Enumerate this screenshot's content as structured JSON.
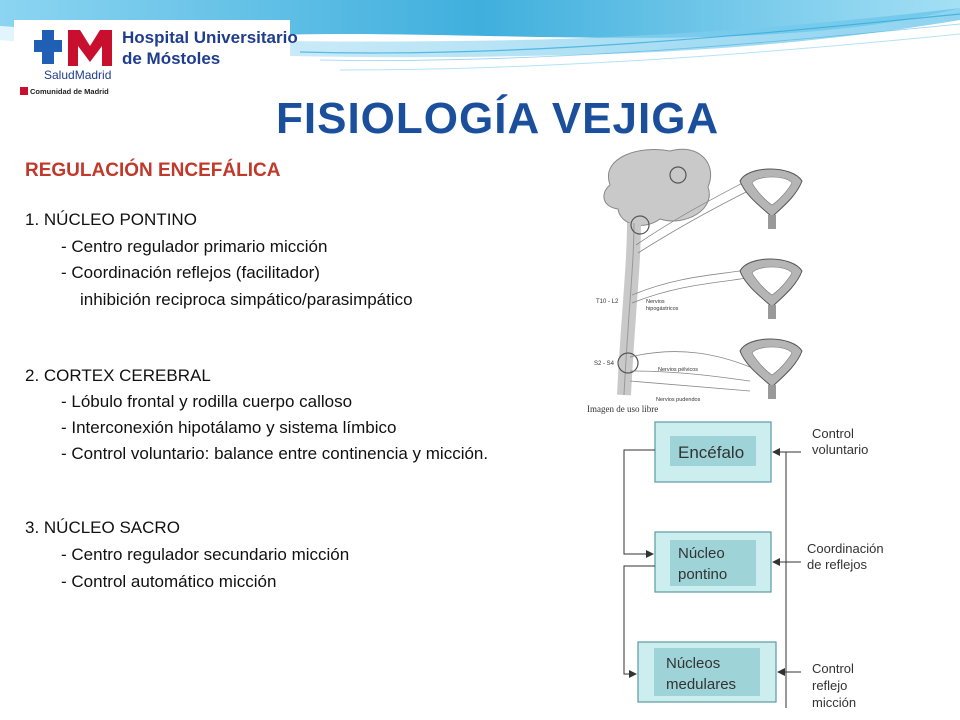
{
  "logo": {
    "hospital_line1": "Hospital Universitario",
    "hospital_line2": "de Móstoles",
    "salud": "SaludMadrid",
    "comunidad": "Comunidad de Madrid"
  },
  "title": "FISIOLOGÍA VEJIGA",
  "section_title": "REGULACIÓN ENCEFÁLICA",
  "sections": [
    {
      "heading": "1.   NÚCLEO PONTINO",
      "lines": [
        "- Centro regulador  primario micción",
        "- Coordinación reflejos (facilitador)",
        "inhibición reciproca simpático/parasimpático"
      ]
    },
    {
      "heading": "2.   CORTEX CEREBRAL",
      "lines": [
        "- Lóbulo frontal y rodilla cuerpo calloso",
        "- Interconexión hipotálamo y sistema límbico",
        "- Control voluntario: balance entre continencia y micción."
      ]
    },
    {
      "heading": "3.   NÚCLEO SACRO",
      "lines": [
        "- Centro regulador secundario micción",
        "- Control automático micción"
      ]
    }
  ],
  "image_credit": "Imagen de uso libre",
  "bladder_labels": {
    "t10": "T10 - L2",
    "hipogastricos_1": "Nervios",
    "hipogastricos_2": "hipogástricos",
    "s2": "S2 - S4",
    "pelvicos": "Nervios pélvicos",
    "pudendos": "Nervios pudendos"
  },
  "flowchart": {
    "box1": [
      "Encéfalo"
    ],
    "box2": [
      "Núcleo",
      "pontino"
    ],
    "box3": [
      "Núcleos",
      "medulares"
    ],
    "label1": [
      "Control",
      "voluntario"
    ],
    "label2": [
      "Coordinación",
      "de reflejos"
    ],
    "label3": [
      "Control",
      "reflejo",
      "micción"
    ]
  },
  "colors": {
    "title": "#1b4f9c",
    "section_title": "#c0392b",
    "box_fill": "#bfe6e6",
    "box_border": "#4a9aa8",
    "swoosh": "#2aa6d9"
  }
}
